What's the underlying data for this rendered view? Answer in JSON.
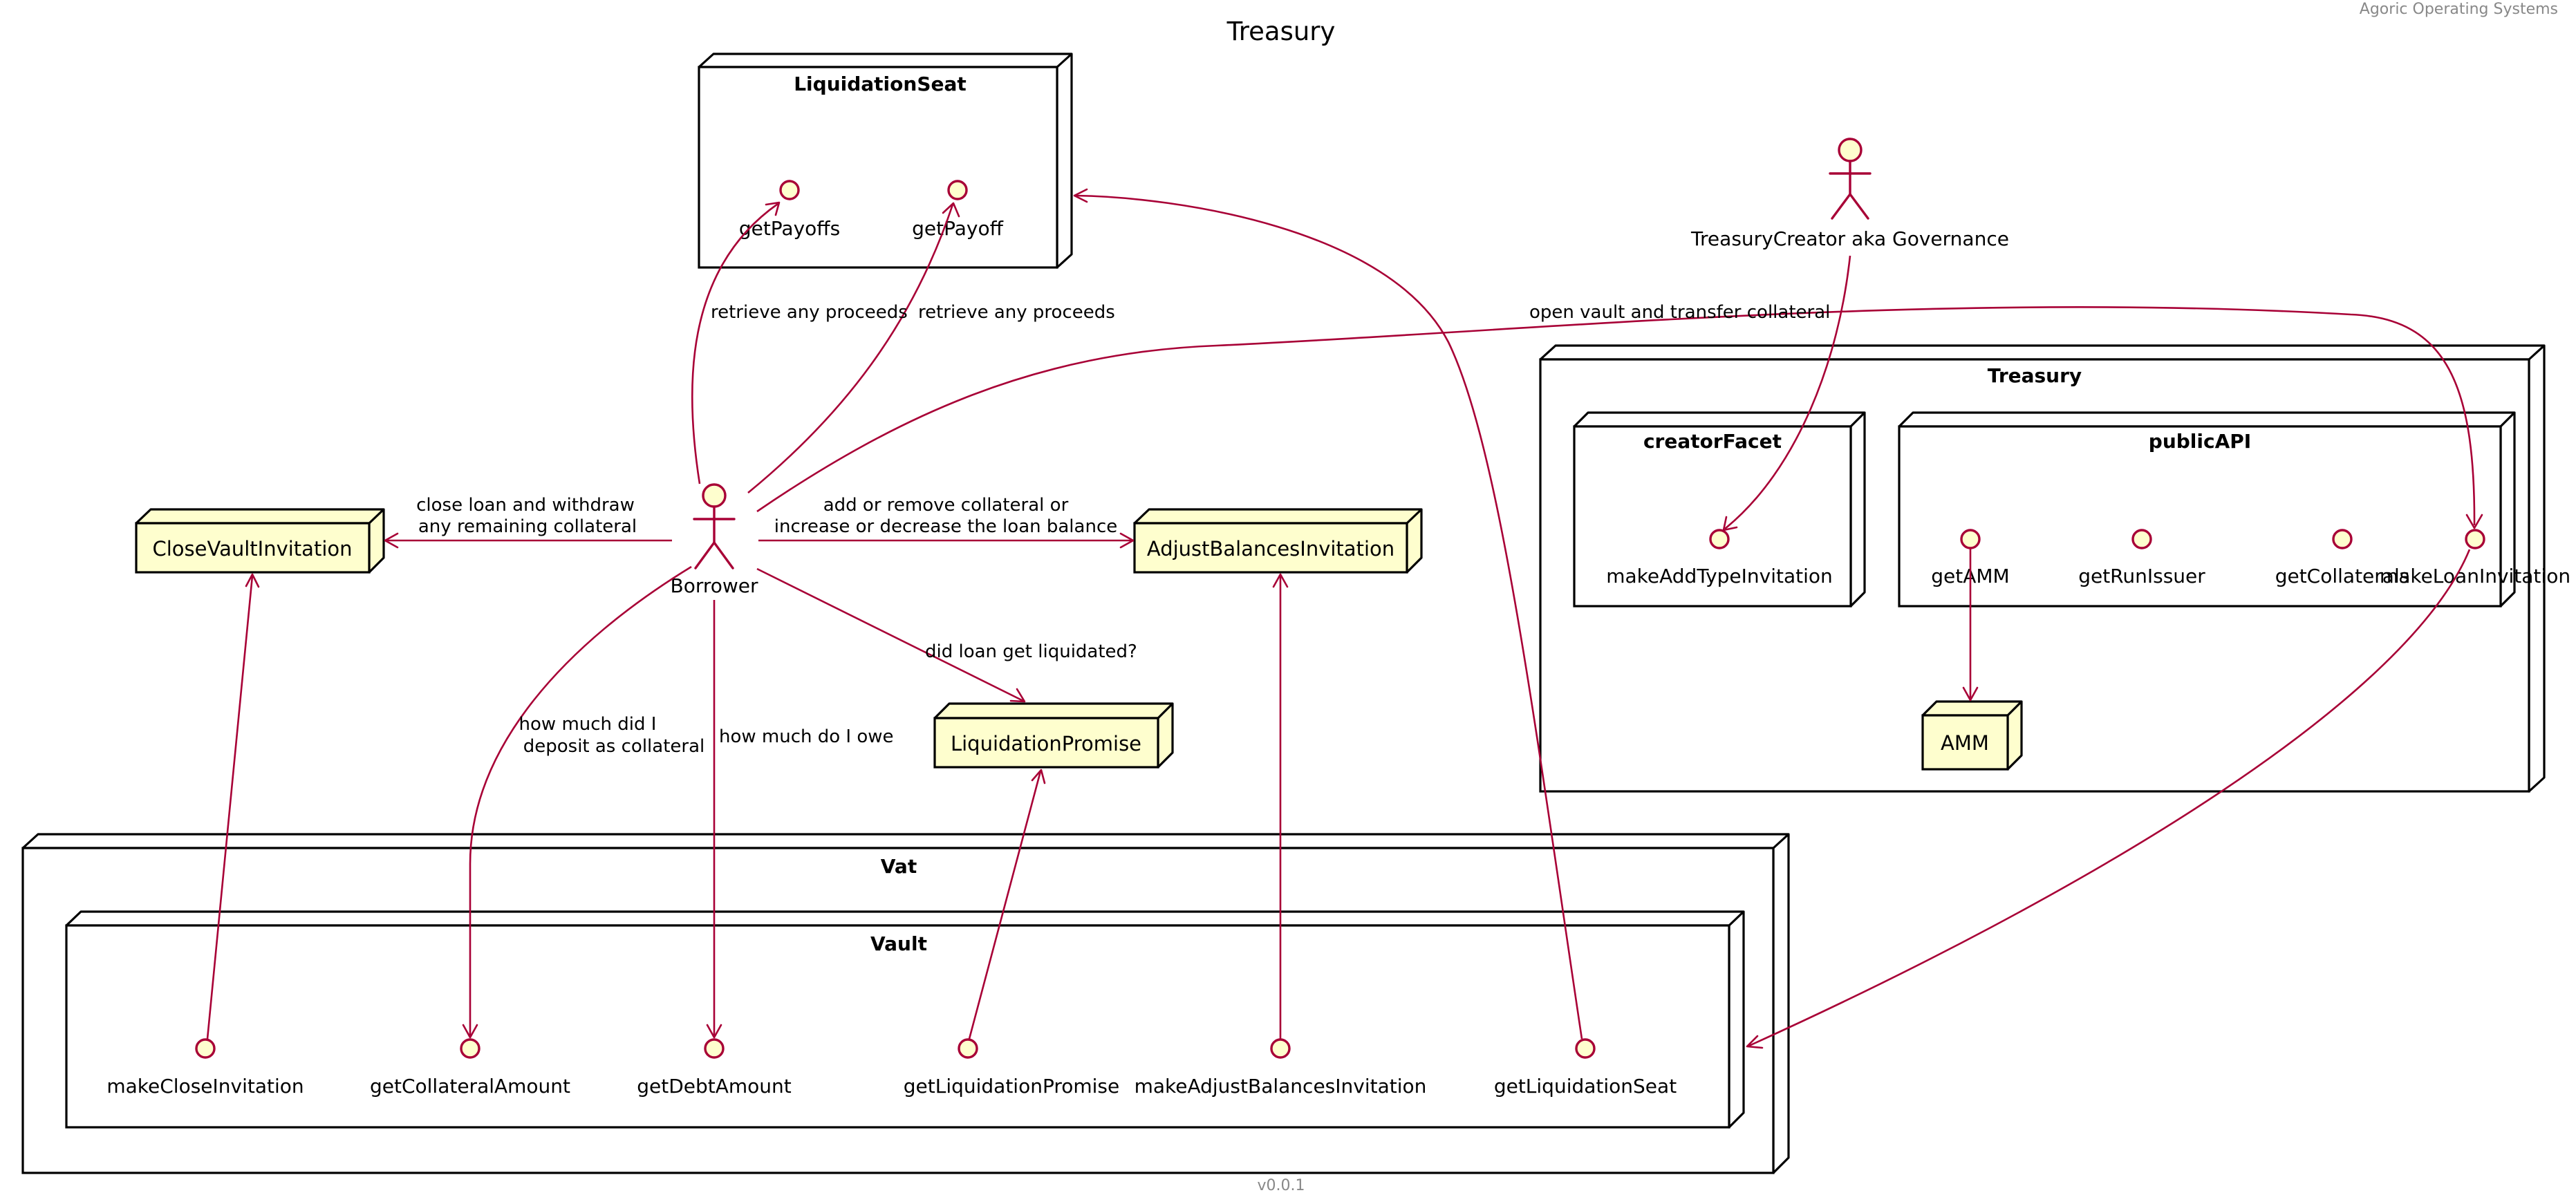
{
  "diagram": {
    "title": "Treasury",
    "header": "Agoric Operating Systems",
    "footer": "v0.0.1",
    "colors": {
      "edge": "#a80036",
      "component_fill": "#fefece",
      "interface_fill": "#fefece",
      "container_fill": "#ffffff"
    },
    "actors": {
      "borrower": "Borrower",
      "creator": "TreasuryCreator aka Governance"
    },
    "containers": {
      "liquidation_seat": {
        "title": "LiquidationSeat",
        "interfaces": {
          "get_payoffs": "getPayoffs",
          "get_payoff": "getPayoff"
        }
      },
      "treasury": {
        "title": "Treasury"
      },
      "creator_facet": {
        "title": "creatorFacet",
        "interfaces": {
          "make_add_type": "makeAddTypeInvitation"
        }
      },
      "public_api": {
        "title": "publicAPI",
        "interfaces": {
          "get_amm": "getAMM",
          "get_run_issuer": "getRunIssuer",
          "get_collaterals": "getCollaterals",
          "make_loan": "makeLoanInvitation"
        }
      },
      "vat": {
        "title": "Vat"
      },
      "vault": {
        "title": "Vault",
        "interfaces": {
          "make_close": "makeCloseInvitation",
          "get_collateral_amount": "getCollateralAmount",
          "get_debt_amount": "getDebtAmount",
          "get_liquidation_promise": "getLiquidationPromise",
          "make_adjust": "makeAdjustBalancesInvitation",
          "get_liquidation_seat": "getLiquidationSeat"
        }
      }
    },
    "components": {
      "close_vault": "CloseVaultInvitation",
      "adjust_balances": "AdjustBalancesInvitation",
      "liquidation_promise": "LiquidationPromise",
      "amm": "AMM"
    },
    "edge_labels": {
      "retrieve_1": "retrieve any proceeds",
      "retrieve_2": "retrieve any proceeds",
      "open_vault": "open vault and transfer collateral",
      "close_loan_1": "close loan and withdraw",
      "close_loan_2": "any remaining collateral",
      "adjust_1": "add or remove collateral or",
      "adjust_2": "increase or decrease the loan balance",
      "liquidated": "did loan get liquidated?",
      "deposit_1": "how much did I",
      "deposit_2": "deposit as collateral",
      "owe": "how much do I owe"
    }
  }
}
